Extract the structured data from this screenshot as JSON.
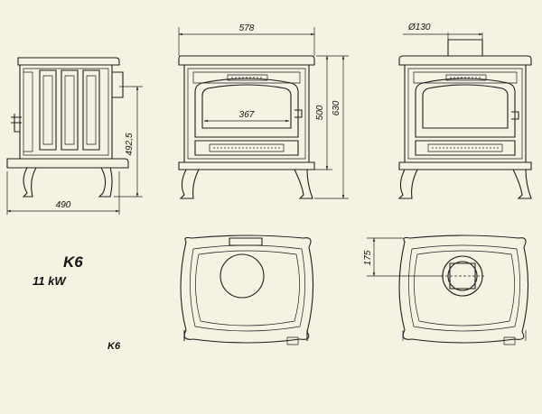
{
  "labels": {
    "model_large": "K6",
    "power": "11 kW",
    "model_small": "K6"
  },
  "dimensions": {
    "width_front": "578",
    "flue_diameter": "Ø130",
    "height_total_front": "500",
    "height_total_back": "630",
    "window_width": "367",
    "side_height": "492,5",
    "side_depth": "490",
    "top_offset": "175"
  },
  "colors": {
    "background": "#f5f2e2",
    "line": "#1e1e1e"
  }
}
